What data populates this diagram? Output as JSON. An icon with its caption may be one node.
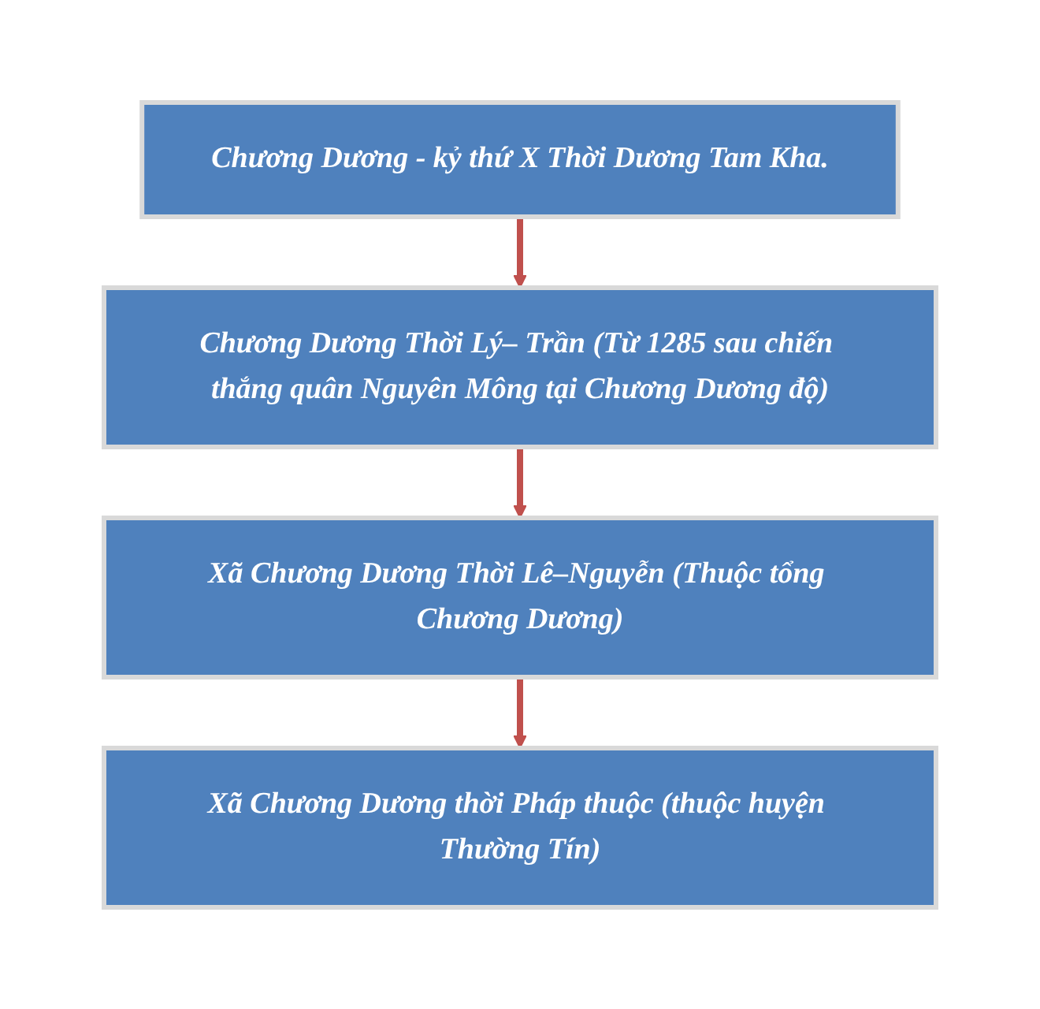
{
  "diagram": {
    "nodes": [
      {
        "text": [
          "Chương Dương - kỷ thứ X Thời Dương Tam Kha."
        ]
      },
      {
        "text": [
          "Chương Dương Thời Lý– Trần (Từ 1285 sau chiến thắng quân Nguyên Mông tại Chương Dương độ)"
        ]
      },
      {
        "text": [
          "Xã Chương Dương Thời Lê–Nguyễn (Thuộc tổng Chương Dương)"
        ]
      },
      {
        "text": [
          "Xã Chương Dương thời Pháp thuộc (thuộc huyện Thường Tín)"
        ]
      }
    ],
    "edges": [
      {
        "from": 0,
        "to": 1,
        "arrow": "to"
      },
      {
        "from": 1,
        "to": 2,
        "arrow": "to"
      },
      {
        "from": 2,
        "to": 3,
        "arrow": "to"
      }
    ]
  }
}
